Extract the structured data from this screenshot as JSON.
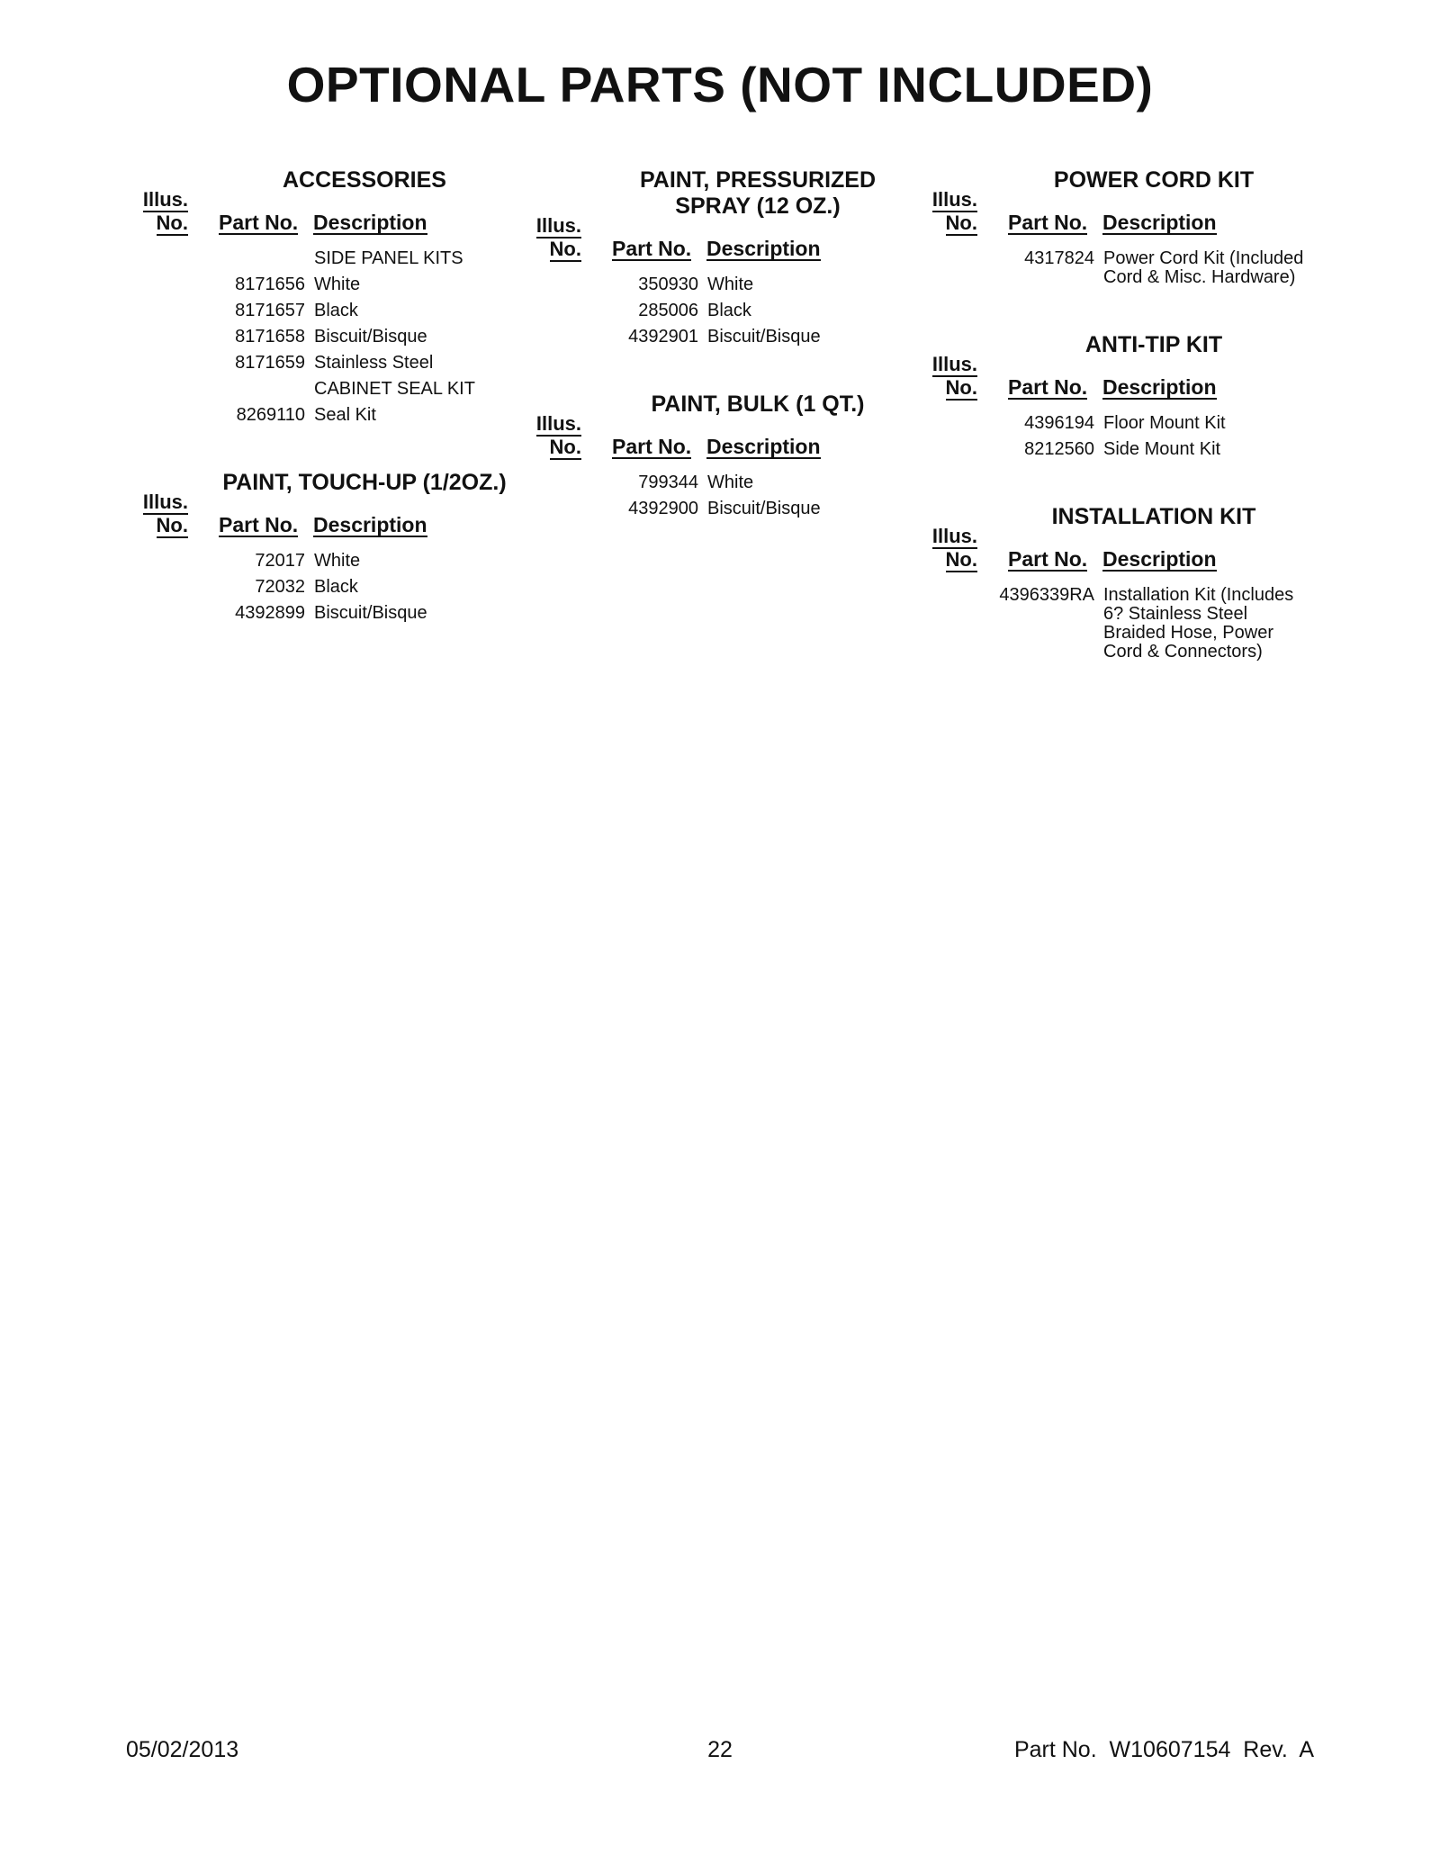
{
  "title": "OPTIONAL PARTS (NOT INCLUDED)",
  "headers": {
    "illus_1": "Illus.",
    "illus_2": "No.",
    "part": "Part No.",
    "desc": "Description"
  },
  "columns": [
    [
      {
        "title": "ACCESSORIES",
        "rows": [
          {
            "part": "",
            "desc": "SIDE PANEL KITS"
          },
          {
            "part": "8171656",
            "desc": "White"
          },
          {
            "part": "8171657",
            "desc": "Black"
          },
          {
            "part": "8171658",
            "desc": "Biscuit/Bisque"
          },
          {
            "part": "8171659",
            "desc": "Stainless Steel"
          },
          {
            "part": "",
            "desc": "CABINET SEAL KIT"
          },
          {
            "part": "8269110",
            "desc": "Seal Kit"
          }
        ]
      },
      {
        "title": "PAINT, TOUCH-UP (1/2OZ.)",
        "rows": [
          {
            "part": "72017",
            "desc": "White"
          },
          {
            "part": "72032",
            "desc": "Black"
          },
          {
            "part": "4392899",
            "desc": "Biscuit/Bisque"
          }
        ]
      }
    ],
    [
      {
        "title": "PAINT, PRESSURIZED SPRAY (12 OZ.)",
        "rows": [
          {
            "part": "350930",
            "desc": "White"
          },
          {
            "part": "285006",
            "desc": "Black"
          },
          {
            "part": "4392901",
            "desc": "Biscuit/Bisque"
          }
        ]
      },
      {
        "title": "PAINT, BULK (1 QT.)",
        "rows": [
          {
            "part": "799344",
            "desc": "White"
          },
          {
            "part": "4392900",
            "desc": "Biscuit/Bisque"
          }
        ]
      }
    ],
    [
      {
        "title": "POWER CORD KIT",
        "rows": [
          {
            "part": "4317824",
            "desc": "Power Cord Kit (Included Cord & Misc. Hardware)"
          }
        ]
      },
      {
        "title": "ANTI-TIP KIT",
        "rows": [
          {
            "part": "4396194",
            "desc": "Floor Mount Kit"
          },
          {
            "part": "8212560",
            "desc": "Side Mount Kit"
          }
        ]
      },
      {
        "title": "INSTALLATION KIT",
        "rows": [
          {
            "part": "4396339RA",
            "desc": "Installation Kit (Includes 6?  Stainless Steel Braided Hose, Power Cord & Connectors)"
          }
        ]
      }
    ]
  ],
  "footer": {
    "date": "05/02/2013",
    "page": "22",
    "part_no": "Part No.  W10607154  Rev.  A"
  }
}
